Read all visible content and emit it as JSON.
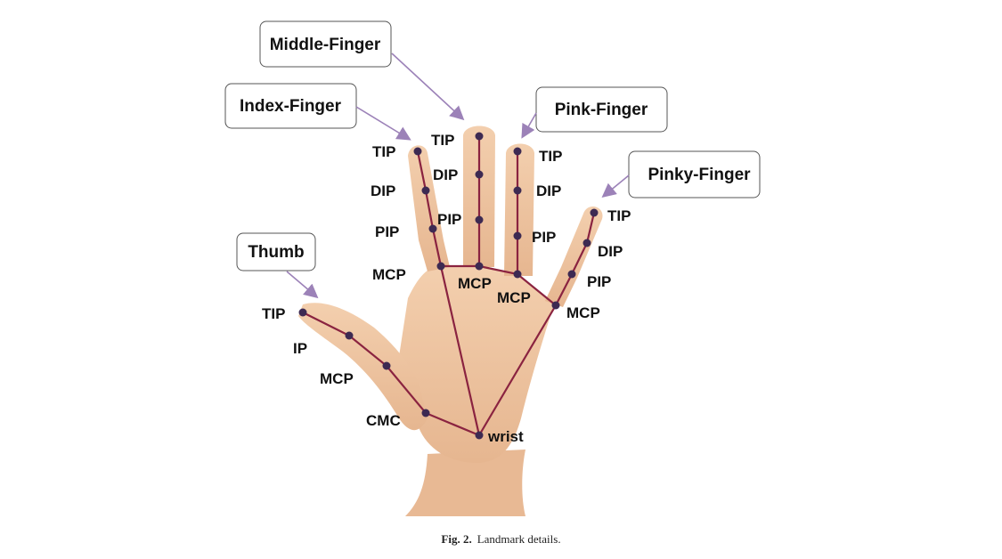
{
  "figure": {
    "caption_label": "Fig. 2.",
    "caption_text": "Landmark details."
  },
  "callouts": {
    "middle": "Middle-Finger",
    "index": "Index-Finger",
    "pink": "Pink-Finger",
    "pinky": "Pinky-Finger",
    "thumb": "Thumb"
  },
  "landmarks": {
    "wrist": "wrist",
    "thumb": {
      "tip": "TIP",
      "ip": "IP",
      "mcp": "MCP",
      "cmc": "CMC"
    },
    "index": {
      "tip": "TIP",
      "dip": "DIP",
      "pip": "PIP",
      "mcp": "MCP"
    },
    "middle": {
      "tip": "TIP",
      "dip": "DIP",
      "pip": "PIP",
      "mcp": "MCP"
    },
    "ring": {
      "tip": "TIP",
      "dip": "DIP",
      "pip": "PIP",
      "mcp": "MCP"
    },
    "pinky": {
      "tip": "TIP",
      "dip": "DIP",
      "pip": "PIP",
      "mcp": "MCP"
    }
  },
  "colors": {
    "skeleton": "#8a2340",
    "joint": "#3d2a52",
    "arrow": "#9c82b8",
    "skin": "#efc6a2",
    "skin_shadow": "#d9a57e",
    "box_border": "#555555"
  }
}
